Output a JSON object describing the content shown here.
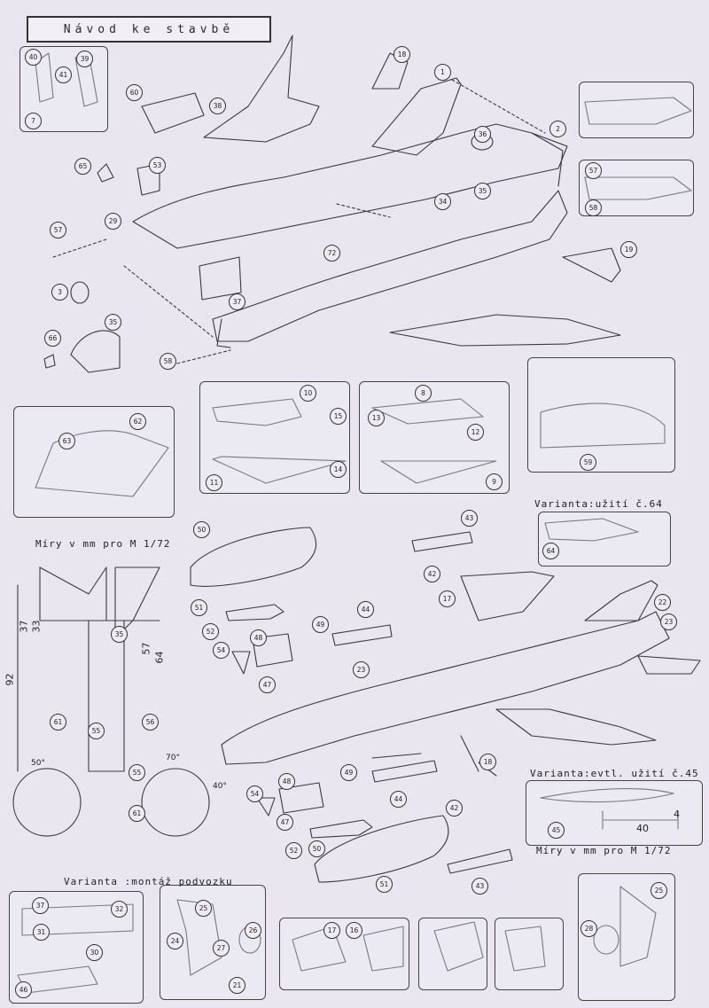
{
  "header": {
    "title": "Návod ke stavbě"
  },
  "sections": {
    "variant_64": "Varianta:užití č.64",
    "dims_title_1": "Míry v mm pro M 1/72",
    "variant_45": "Varianta:evtl. užití č.45",
    "dims_title_2": "Míry v mm pro M 1/72",
    "variant_gear": "Varianta :montáž podvozku"
  },
  "dimensions": {
    "d37": "37",
    "d33": "33",
    "d92": "92",
    "d57": "57",
    "d64": "64",
    "a50": "50°",
    "a70": "70°",
    "a40": "40°",
    "l40": "40",
    "l4": "4"
  },
  "parts": {
    "p1": "1",
    "p2": "2",
    "p3": "3",
    "p7": "7",
    "p8": "8",
    "p9": "9",
    "p10": "10",
    "p11": "11",
    "p12": "12",
    "p13": "13",
    "p14": "14",
    "p15": "15",
    "p16": "16",
    "p17": "17",
    "p17b": "17",
    "p18": "18",
    "p18b": "18",
    "p19": "19",
    "p21": "21",
    "p22": "22",
    "p23": "23",
    "p23b": "23",
    "p24": "24",
    "p25": "25",
    "p25b": "25",
    "p26": "26",
    "p27": "27",
    "p28": "28",
    "p29": "29",
    "p30": "30",
    "p31": "31",
    "p32": "32",
    "p34": "34",
    "p35": "35",
    "p35b": "35",
    "p35c": "35",
    "p36": "36",
    "p37": "37",
    "p37b": "37",
    "p38": "38",
    "p39": "39",
    "p40": "40",
    "p41": "41",
    "p42": "42",
    "p42b": "42",
    "p43": "43",
    "p43b": "43",
    "p44": "44",
    "p44b": "44",
    "p45": "45",
    "p46": "46",
    "p47": "47",
    "p47b": "47",
    "p48": "48",
    "p48b": "48",
    "p49": "49",
    "p49b": "49",
    "p50": "50",
    "p50b": "50",
    "p51": "51",
    "p51b": "51",
    "p52": "52",
    "p52b": "52",
    "p53": "53",
    "p54": "54",
    "p54b": "54",
    "p55": "55",
    "p55b": "55",
    "p56": "56",
    "p57": "57",
    "p57b": "57",
    "p58": "58",
    "p58b": "58",
    "p59": "59",
    "p60": "60",
    "p61": "61",
    "p61b": "61",
    "p62": "62",
    "p63": "63",
    "p64": "64",
    "p65": "65",
    "p66": "66",
    "p72": "72"
  }
}
